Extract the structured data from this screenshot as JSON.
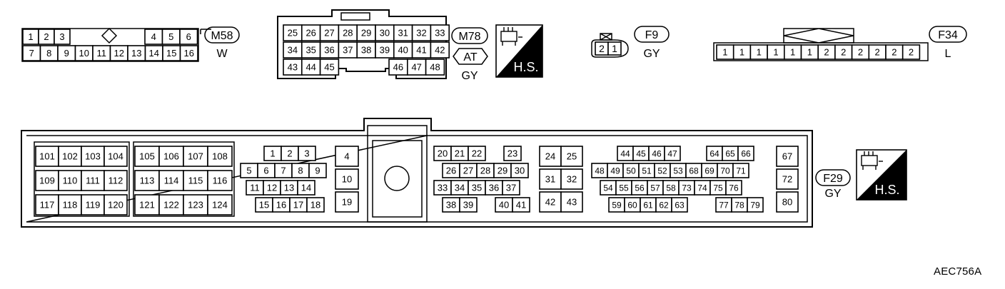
{
  "figure_code": "AEC756A",
  "connectors": {
    "m58": {
      "id": "M58",
      "color": "W",
      "row1": [
        "1",
        "2",
        "3",
        "",
        "4",
        "5",
        "6"
      ],
      "row2": [
        "7",
        "8",
        "9",
        "10",
        "11",
        "12",
        "13",
        "14",
        "15",
        "16"
      ]
    },
    "m78": {
      "id": "M78",
      "sub": "AT",
      "color": "GY",
      "badge": "H.S.",
      "row1": [
        "25",
        "26",
        "27",
        "28",
        "29",
        "30",
        "31",
        "32",
        "33"
      ],
      "row2": [
        "34",
        "35",
        "36",
        "37",
        "38",
        "39",
        "40",
        "41",
        "42"
      ],
      "row3a": [
        "43",
        "44",
        "45"
      ],
      "row3b": [
        "46",
        "47",
        "48"
      ]
    },
    "f9": {
      "id": "F9",
      "color": "GY",
      "pins": [
        "2",
        "1"
      ]
    },
    "f34": {
      "id": "F34",
      "color": "L",
      "pins": [
        "1",
        "1",
        "1",
        "1",
        "1",
        "1",
        "2",
        "2",
        "2",
        "2",
        "2",
        "2"
      ]
    },
    "f29": {
      "id": "F29",
      "color": "GY",
      "badge": "H.S.",
      "g1": [
        [
          "101",
          "102",
          "103",
          "104"
        ],
        [
          "109",
          "110",
          "111",
          "112"
        ],
        [
          "117",
          "118",
          "119",
          "120"
        ]
      ],
      "g2": [
        [
          "105",
          "106",
          "107",
          "108"
        ],
        [
          "113",
          "114",
          "115",
          "116"
        ],
        [
          "121",
          "122",
          "123",
          "124"
        ]
      ],
      "g3": [
        [
          "1",
          "2",
          "3"
        ],
        [
          "5",
          "6",
          "7",
          "8",
          "9"
        ],
        [
          "11",
          "12",
          "13",
          "14"
        ],
        [
          "15",
          "16",
          "17",
          "18"
        ]
      ],
      "g4": [
        "4",
        "10",
        "19"
      ],
      "g5": [
        [
          "20",
          "21",
          "22",
          "23"
        ],
        [
          "26",
          "27",
          "28",
          "29",
          "30"
        ],
        [
          "33",
          "34",
          "35",
          "36",
          "37"
        ],
        [
          "38",
          "39",
          "40",
          "41"
        ]
      ],
      "g6": [
        [
          "24",
          "25"
        ],
        [
          "31",
          "32"
        ],
        [
          "42",
          "43"
        ]
      ],
      "g7": [
        [
          "44",
          "45",
          "46",
          "47",
          "64",
          "65",
          "66"
        ],
        [
          "48",
          "49",
          "50",
          "51",
          "52",
          "53",
          "68",
          "69",
          "70",
          "71"
        ],
        [
          "54",
          "55",
          "56",
          "57",
          "58",
          "73",
          "74",
          "75",
          "76"
        ],
        [
          "59",
          "60",
          "61",
          "62",
          "63",
          "77",
          "78",
          "79"
        ]
      ],
      "g8": [
        "67",
        "72",
        "80"
      ]
    }
  }
}
